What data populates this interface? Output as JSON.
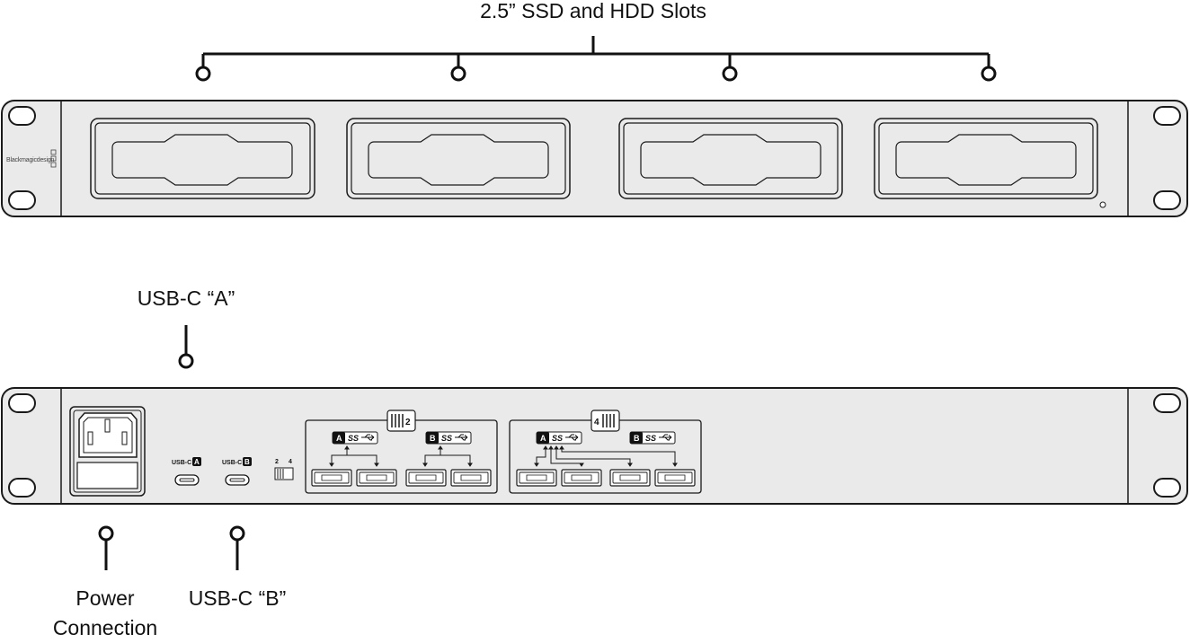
{
  "callouts": {
    "ssd_slots": "2.5” SSD and HDD Slots",
    "usb_c_a": "USB-C “A”",
    "power_line1": "Power",
    "power_line2": "Connection",
    "usb_c_b": "USB-C “B”"
  },
  "front_panel": {
    "brand": "Blackmagicdesign",
    "slot_count": 4
  },
  "rear_panel": {
    "usbc_a_label": "USB-C",
    "usbc_a_badge": "A",
    "usbc_b_label": "USB-C",
    "usbc_b_badge": "B",
    "dip_options": [
      "2",
      "4"
    ],
    "group2": {
      "mode_number": "2",
      "hub_a_badge": "A",
      "hub_b_badge": "B",
      "ss_text": "SS"
    },
    "group4": {
      "mode_number": "4",
      "hub_a_badge": "A",
      "hub_b_badge": "B",
      "ss_text": "SS"
    }
  },
  "colors": {
    "panel_fill": "#eaeaea",
    "stroke": "#1a1a1a",
    "badge_fill": "#111111"
  }
}
